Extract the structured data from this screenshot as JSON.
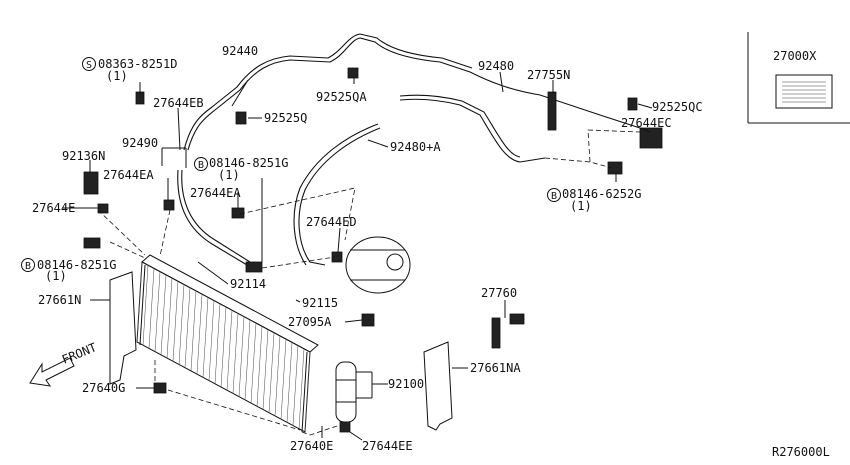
{
  "labels": {
    "p08363_8251d": "08363-8251D",
    "p08363_8251d_qty": "(1)",
    "p92440": "92440",
    "p92480": "92480",
    "p27755n": "27755N",
    "p27000x": "27000X",
    "p92525qa": "92525QA",
    "p92525qc": "92525QC",
    "p27644eb": "27644EB",
    "p92525q": "92525Q",
    "p27644ec": "27644EC",
    "p92490": "92490",
    "p92480a": "92480+A",
    "p92136n": "92136N",
    "p08146_8251g_a": "08146-8251G",
    "p08146_8251g_a_qty": "(1)",
    "p27644ea_1": "27644EA",
    "p27644ea_2": "27644EA",
    "p08146_6252g": "08146-6252G",
    "p08146_6252g_qty": "(1)",
    "p27644e": "27644E",
    "p27644ed": "27644ED",
    "p08146_8251g_b": "08146-8251G",
    "p08146_8251g_b_qty": "(1)",
    "p92114": "92114",
    "p27760": "27760",
    "p27661n": "27661N",
    "p92115": "92115",
    "p27095a": "27095A",
    "front": "FRONT",
    "p92100": "92100",
    "p27661na": "27661NA",
    "p27640g": "27640G",
    "p27640e": "27640E",
    "p27644ee": "27644EE",
    "diagram_code": "R276000L",
    "symbol_s": "S",
    "symbol_b": "B"
  }
}
